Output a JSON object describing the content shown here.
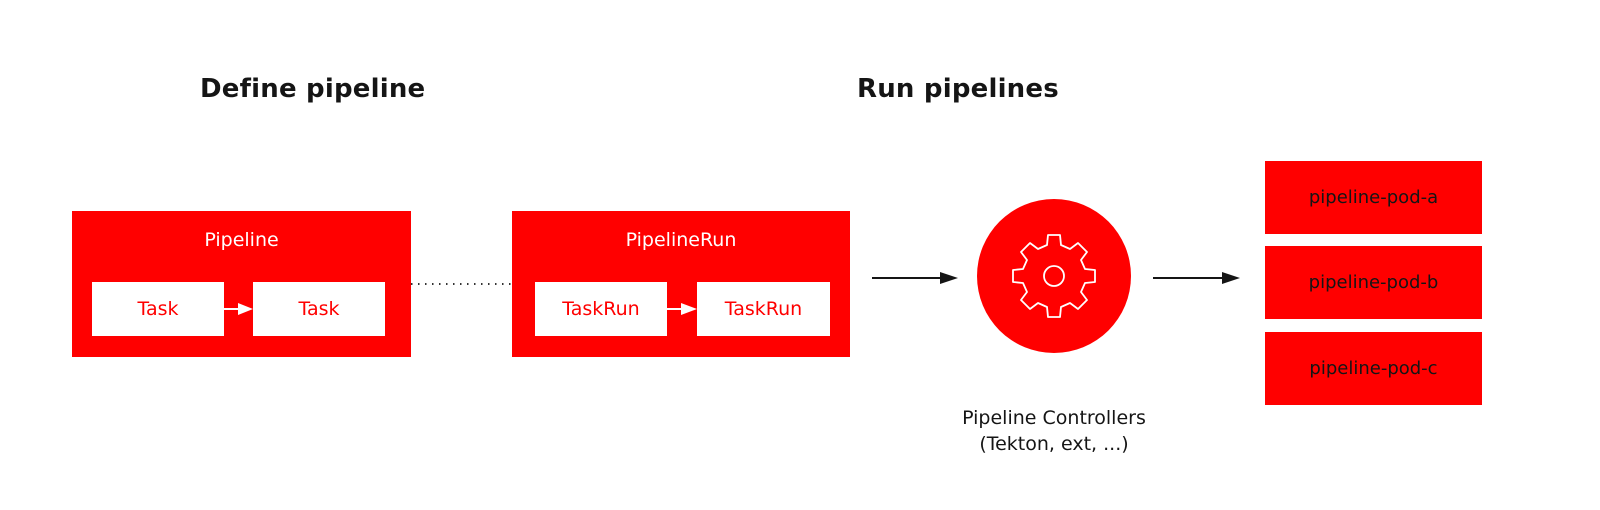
{
  "sections": {
    "define": "Define pipeline",
    "run": "Run pipelines"
  },
  "pipeline": {
    "title": "Pipeline",
    "tasks": [
      "Task",
      "Task"
    ]
  },
  "pipeline_run": {
    "title": "PipelineRun",
    "tasks": [
      "TaskRun",
      "TaskRun"
    ]
  },
  "controller": {
    "icon": "gear-icon",
    "caption_line1": "Pipeline Controllers",
    "caption_line2": "(Tekton, ext, ...)"
  },
  "pods": [
    "pipeline-pod-a",
    "pipeline-pod-b",
    "pipeline-pod-c"
  ],
  "colors": {
    "accent": "#ff0000",
    "text": "#151515",
    "background": "#ffffff"
  }
}
